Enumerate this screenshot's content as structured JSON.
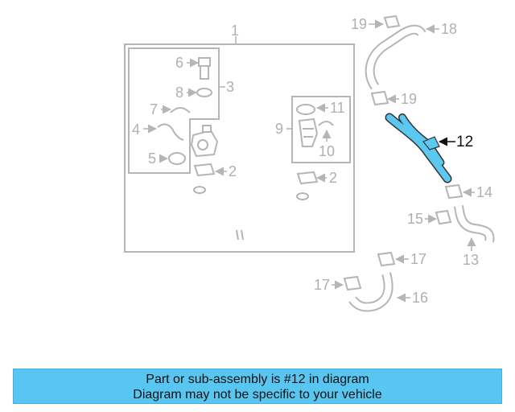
{
  "callouts": {
    "c1": "1",
    "c2a": "2",
    "c2b": "2",
    "c3": "3",
    "c4": "4",
    "c5": "5",
    "c6": "6",
    "c7": "7",
    "c8": "8",
    "c9": "9",
    "c10": "10",
    "c11": "11",
    "c12": "12",
    "c13": "13",
    "c14": "14",
    "c15": "15",
    "c16": "16",
    "c17a": "17",
    "c17b": "17",
    "c18": "18",
    "c19a": "19",
    "c19b": "19"
  },
  "highlight_part": "12",
  "colors": {
    "highlight_fill": "#5bc8f0",
    "caption_bg": "#59c6f2",
    "line_gray": "#b5b5b5"
  },
  "caption": {
    "line1": "Part or sub-assembly is #12 in diagram",
    "line2": "Diagram may not be specific to your vehicle"
  }
}
